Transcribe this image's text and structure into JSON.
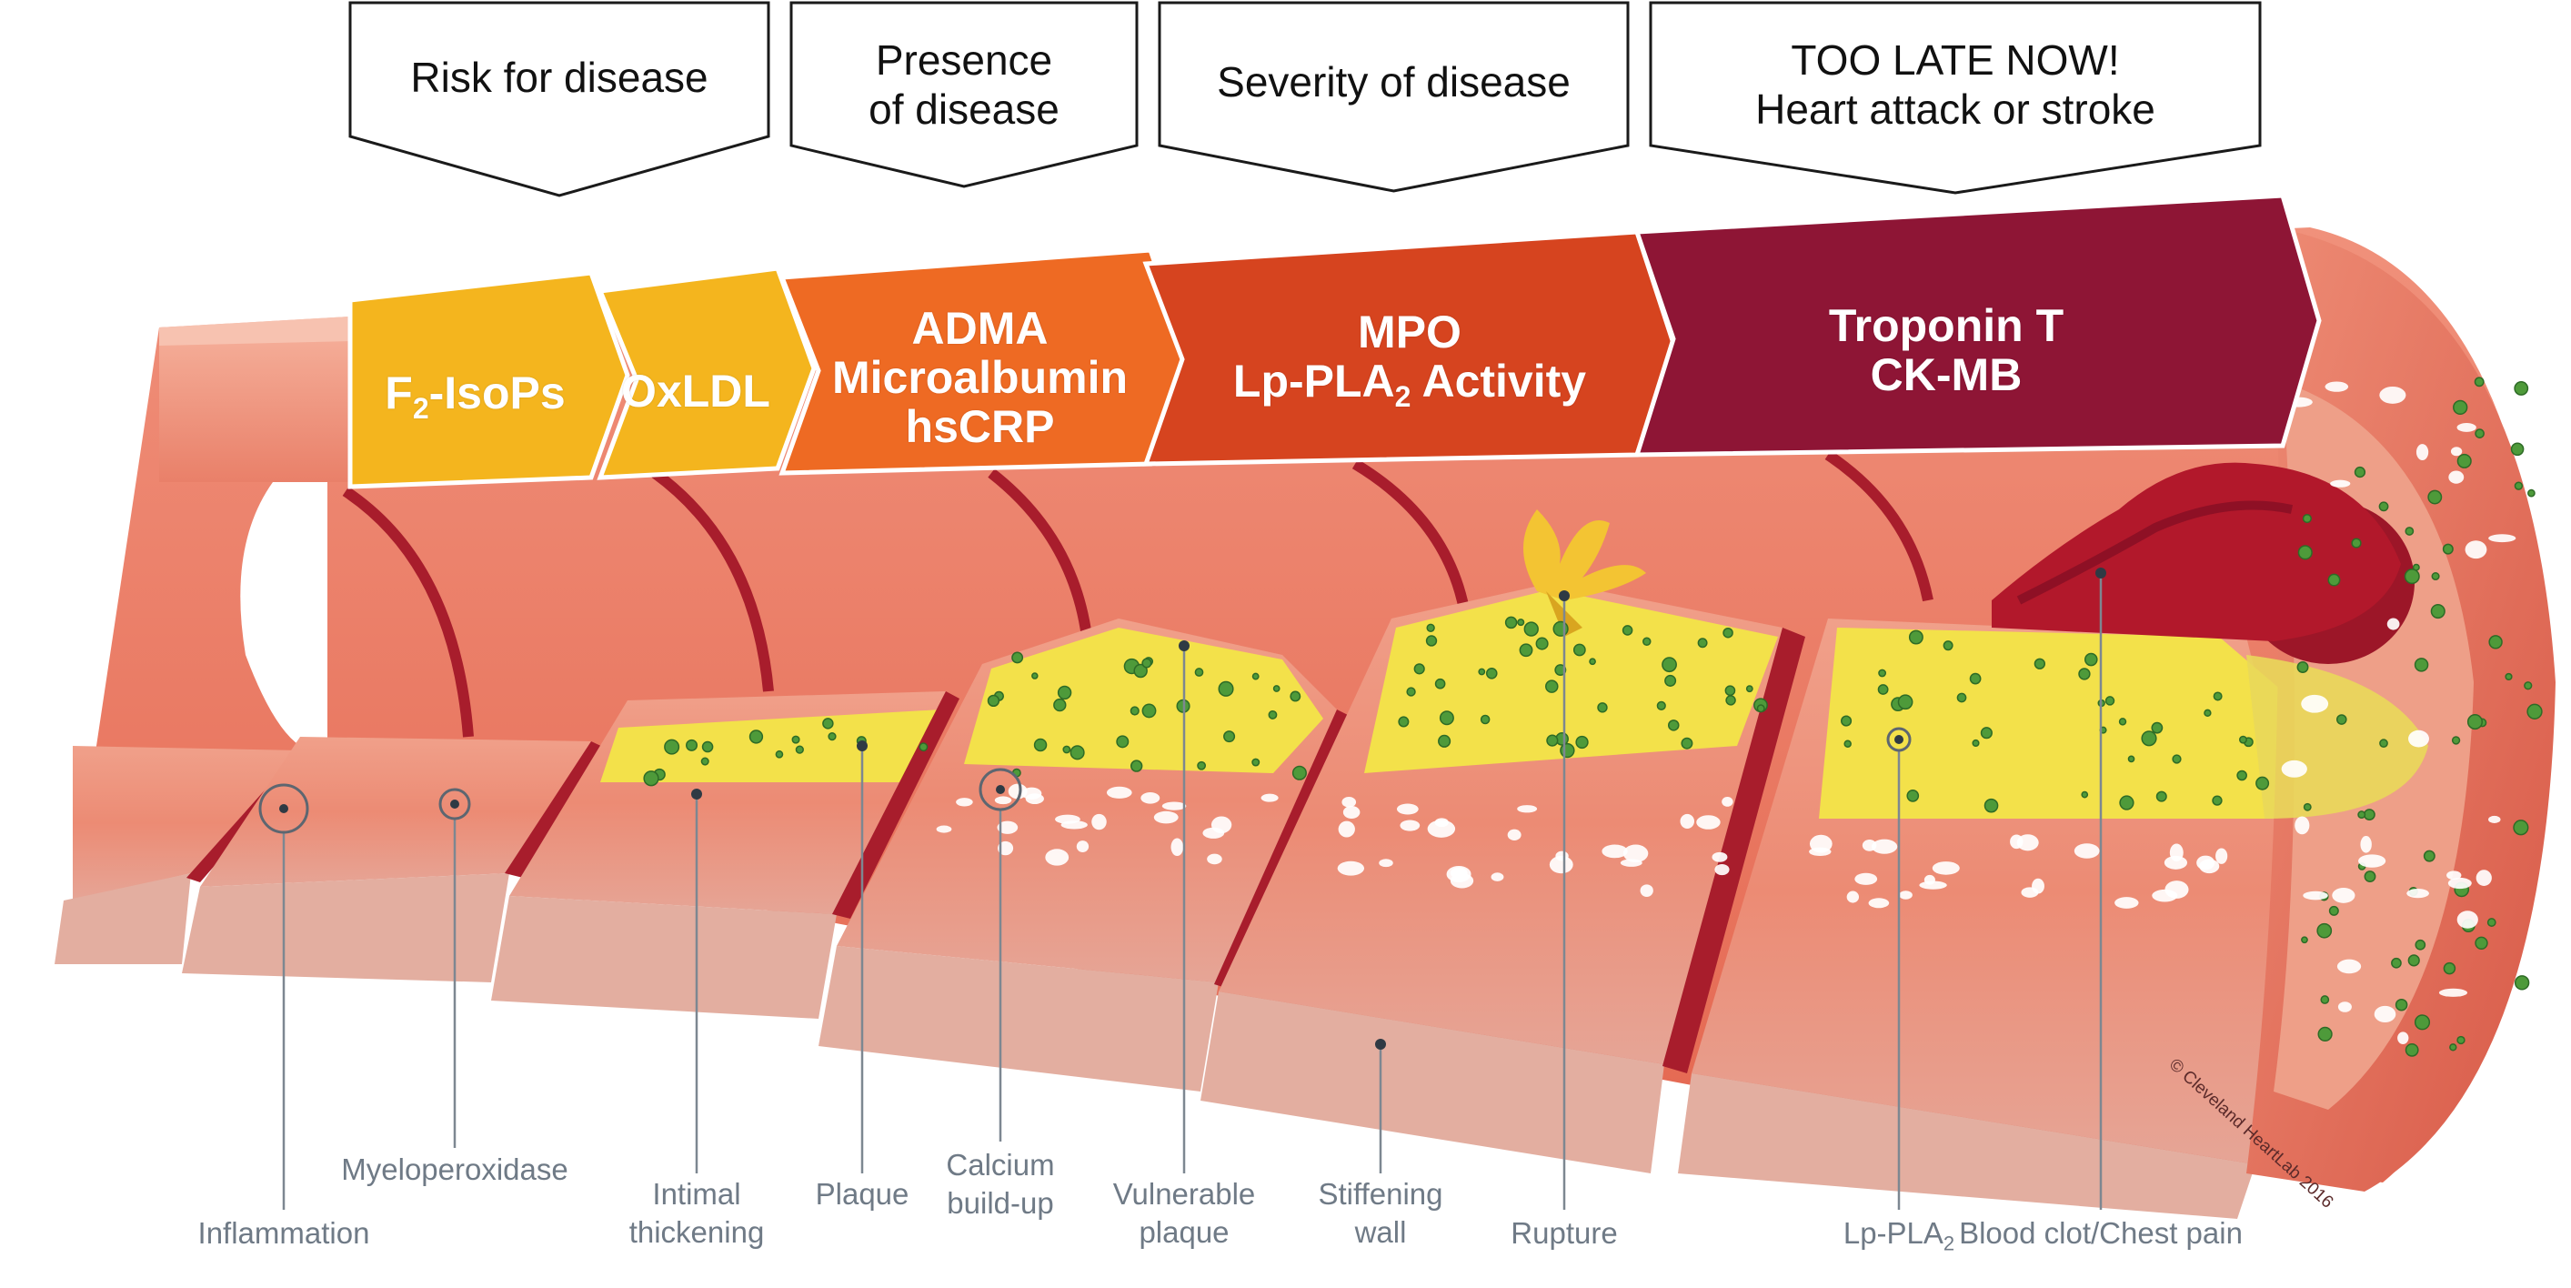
{
  "stages": [
    {
      "id": "risk",
      "text": "Risk for disease"
    },
    {
      "id": "presence",
      "text": "Presence\nof disease"
    },
    {
      "id": "severity",
      "text": "Severity of disease"
    },
    {
      "id": "late",
      "text": "TOO LATE NOW!\nHeart attack or stroke"
    }
  ],
  "biomarker_banner": [
    {
      "id": "f2",
      "lines": [
        "F2-IsoPs"
      ],
      "color": "#F4B51E"
    },
    {
      "id": "oxldl",
      "lines": [
        "OxLDL"
      ],
      "color": "#F4B51E"
    },
    {
      "id": "adma",
      "lines": [
        "ADMA",
        "Microalbumin",
        "hsCRP"
      ],
      "color": "#EE6A23"
    },
    {
      "id": "mpo",
      "lines": [
        "MPO",
        "Lp-PLA2 Activity"
      ],
      "color": "#D6441F"
    },
    {
      "id": "troponin",
      "lines": [
        "Troponin T",
        "CK-MB"
      ],
      "color": "#8E1535"
    }
  ],
  "markers": [
    {
      "id": "inflammation",
      "text": [
        "Inflammation"
      ]
    },
    {
      "id": "myeloperoxidase",
      "text": [
        "Myeloperoxidase"
      ]
    },
    {
      "id": "intimal-thickening",
      "text": [
        "Intimal",
        "thickening"
      ]
    },
    {
      "id": "plaque",
      "text": [
        "Plaque"
      ]
    },
    {
      "id": "calcium",
      "text": [
        "Calcium",
        "build-up"
      ]
    },
    {
      "id": "vulnerable-plaque",
      "text": [
        "Vulnerable",
        "plaque"
      ]
    },
    {
      "id": "stiffening-wall",
      "text": [
        "Stiffening",
        "wall"
      ]
    },
    {
      "id": "rupture",
      "text": [
        "Rupture"
      ]
    },
    {
      "id": "lp-pla2",
      "text": [
        "Lp-PLA2"
      ]
    },
    {
      "id": "blood-clot",
      "text": [
        "Blood clot/Chest pain"
      ]
    }
  ],
  "copyright": "© Cleveland HeartLab 2016",
  "colors": {
    "wall_outer": "#E9806A",
    "wall_light": "#F3A48E",
    "wall_dark": "#B0212E",
    "lumen": "#E46F5A",
    "plaque_yellow": "#F3E14A",
    "clot": "#B2182B",
    "leader_line": "#7d8791"
  }
}
